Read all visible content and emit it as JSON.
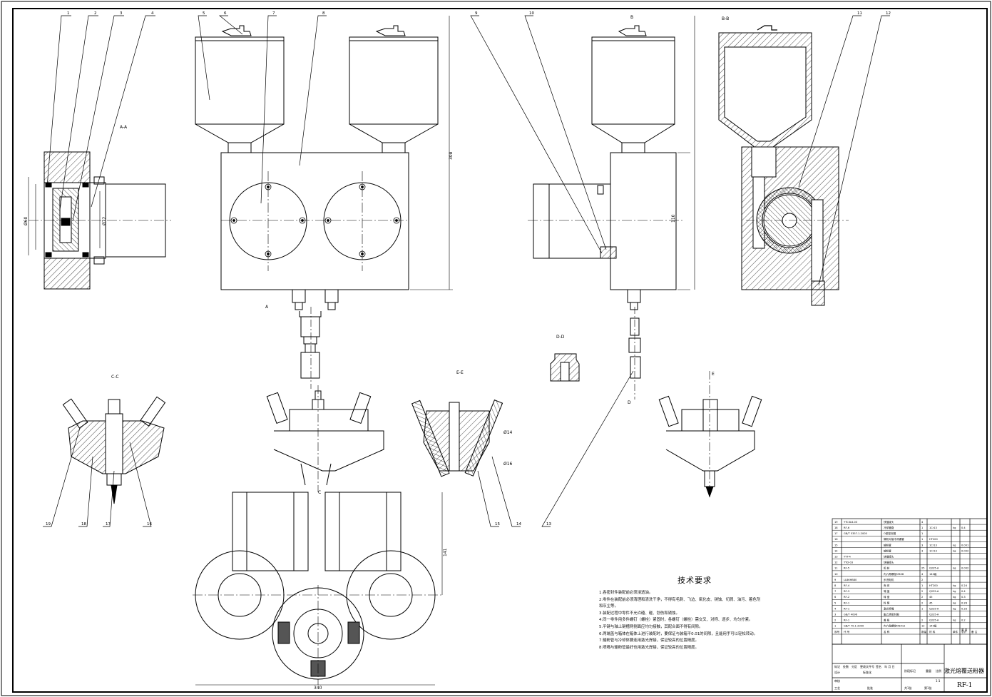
{
  "balloons": [
    "1",
    "2",
    "3",
    "4",
    "5",
    "6",
    "7",
    "8",
    "9",
    "10",
    "11",
    "12",
    "13",
    "14",
    "15",
    "16",
    "17",
    "18",
    "19"
  ],
  "view_labels": {
    "section_aa": "A-A",
    "section_cc": "C-C",
    "section_ee": "E-E",
    "section_bb": "B-B",
    "section_dd": "D-D",
    "cut_a": "A",
    "cut_b": "B",
    "cut_c": "C",
    "cut_d": "D",
    "cut_e": "E"
  },
  "dimensions": {
    "height_main": "308",
    "body_height": "110",
    "bottom_width": "340",
    "bottom_height": "141",
    "dia_a": "Ø60",
    "dia_b": "Ø72",
    "angle_a": "Ø14",
    "angle_b": "Ø16"
  },
  "tech_req": {
    "title": "技术要求",
    "items": [
      "1.各密封件装配前必须浸透油。",
      "2.零件在装配前必须清理和清洗干净，不得有毛刺、飞边、氧化皮、锈蚀、切屑、油污、着色剂",
      "和灰尘等。",
      "3.装配过程中零件不允许磕、碰、划伤和锈蚀。",
      "4.同一零件用多件螺钉（螺栓）紧固时，各螺钉（螺栓）需交叉、对称、逐步、均匀拧紧。",
      "5.平键与轴上键槽两侧面应均匀接触，其配合面不得有间隙。",
      "6.两端盖与箱体在箱体上进行装配时，要保证与装箱平0.01的间隙，且能用手可以轻松转动。",
      "7.输粉管与冷却体要连用激光焊接，保证较高的位置精度。",
      "8.喷嘴与输粉管最好也用激光焊接，保证较高的位置精度。"
    ]
  },
  "bom": {
    "rows": [
      [
        "19",
        "YTC3L6-03",
        "快插接头",
        "4",
        "",
        "",
        "",
        ""
      ],
      [
        "18",
        "RF-6",
        "冷却管路",
        "1",
        "1Cr13",
        "kg",
        "0.4",
        ""
      ],
      [
        "17",
        "GB/T 5357.1-2005",
        "O型密封圈",
        "1",
        "",
        "",
        "",
        ""
      ],
      [
        "16",
        "",
        "微粉对接冷却通管",
        "1",
        "HT200",
        "",
        "",
        ""
      ],
      [
        "15",
        "",
        "输粉管",
        "3",
        "1Cr13",
        "kg",
        "0.001",
        ""
      ],
      [
        "14",
        "",
        "输粉管",
        "3",
        "1Cr13",
        "kg",
        "0.002",
        ""
      ],
      [
        "13",
        "YYT-4",
        "快插接头",
        "",
        "",
        "",
        "",
        ""
      ],
      [
        "12",
        "YYD-03",
        "快插接头",
        "",
        "",
        "",
        "",
        ""
      ],
      [
        "11",
        "RF-5",
        "齿 轮",
        "25",
        "Q235-A",
        "kg",
        "0.002",
        ""
      ],
      [
        "10",
        "",
        "内六角螺栓M3X8",
        "4",
        "140级",
        "",
        "",
        ""
      ],
      [
        "9",
        "LL86HB80",
        "步进电机",
        "2",
        "",
        "",
        "",
        ""
      ],
      [
        "8",
        "RF-4",
        "壳 体",
        "1",
        "HT200",
        "kg",
        "0.24",
        ""
      ],
      [
        "7",
        "RF-3",
        "端 盖",
        "2",
        "Q235-A",
        "kg",
        "0.4",
        ""
      ],
      [
        "6",
        "RF-2",
        "转 盘",
        "2",
        "45",
        "kg",
        "0.3",
        ""
      ],
      [
        "5",
        "RF-1",
        "料 筒",
        "2",
        "45",
        "kg",
        "0.26",
        ""
      ],
      [
        "4",
        "RF-1",
        "激光喷嘴",
        "1",
        "Q235-A",
        "kg",
        "0.33",
        ""
      ],
      [
        "3",
        "GB/T 4096",
        "聚乙烯密封圈",
        "",
        "Q235-A",
        "",
        "",
        ""
      ],
      [
        "2",
        "RF-1",
        "盖 板",
        "2",
        "Q235-A",
        "kg",
        "0.2",
        ""
      ],
      [
        "1",
        "GB/T 70.1-2000",
        "内六角螺栓M3X12",
        "12",
        "140级",
        "",
        "",
        ""
      ]
    ],
    "header": [
      "序号",
      "代 号",
      "名 称",
      "数量",
      "材 料",
      "单件",
      "总计",
      "备 注"
    ],
    "header_weight": "重 量"
  },
  "title_block": {
    "name": "激光熔覆送粉器",
    "code": "RF-1",
    "labels": [
      "标记",
      "处数",
      "分区",
      "更改文件号",
      "签名",
      "年 月 日",
      "设计",
      "标准化",
      "阶段标记",
      "重量",
      "比例",
      "审核",
      "工艺",
      "批准",
      "共1张",
      "第1张"
    ],
    "scale": "1:1"
  }
}
